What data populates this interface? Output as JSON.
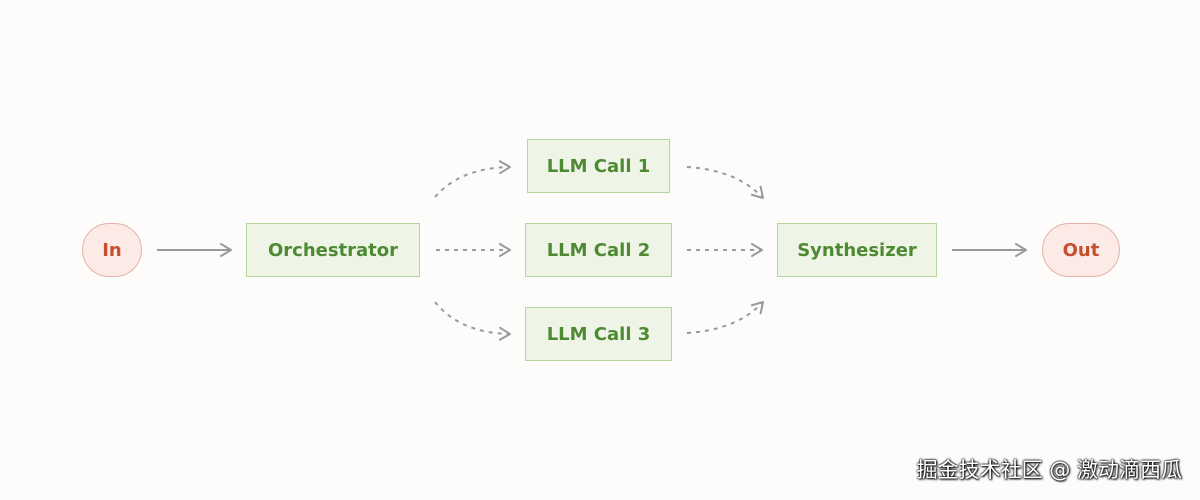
{
  "nodes": {
    "in": "In",
    "orchestrator": "Orchestrator",
    "llm_call_1": "LLM Call 1",
    "llm_call_2": "LLM Call 2",
    "llm_call_3": "LLM Call 3",
    "synthesizer": "Synthesizer",
    "out": "Out"
  },
  "edges": [
    {
      "from": "in",
      "to": "orchestrator",
      "style": "solid"
    },
    {
      "from": "orchestrator",
      "to": "llm_call_1",
      "style": "dashed"
    },
    {
      "from": "orchestrator",
      "to": "llm_call_2",
      "style": "dashed"
    },
    {
      "from": "orchestrator",
      "to": "llm_call_3",
      "style": "dashed"
    },
    {
      "from": "llm_call_1",
      "to": "synthesizer",
      "style": "dashed"
    },
    {
      "from": "llm_call_2",
      "to": "synthesizer",
      "style": "dashed"
    },
    {
      "from": "llm_call_3",
      "to": "synthesizer",
      "style": "dashed"
    },
    {
      "from": "synthesizer",
      "to": "out",
      "style": "solid"
    }
  ],
  "colors": {
    "terminal_fill": "#fbeae5",
    "terminal_border": "#e3b3a6",
    "terminal_text": "#c4502f",
    "box_fill": "#eef5e6",
    "box_border": "#b6d49b",
    "box_text": "#4e8a33",
    "arrow": "#9a9a9a"
  },
  "watermark": "掘金技术社区 @ 激动滴西瓜"
}
